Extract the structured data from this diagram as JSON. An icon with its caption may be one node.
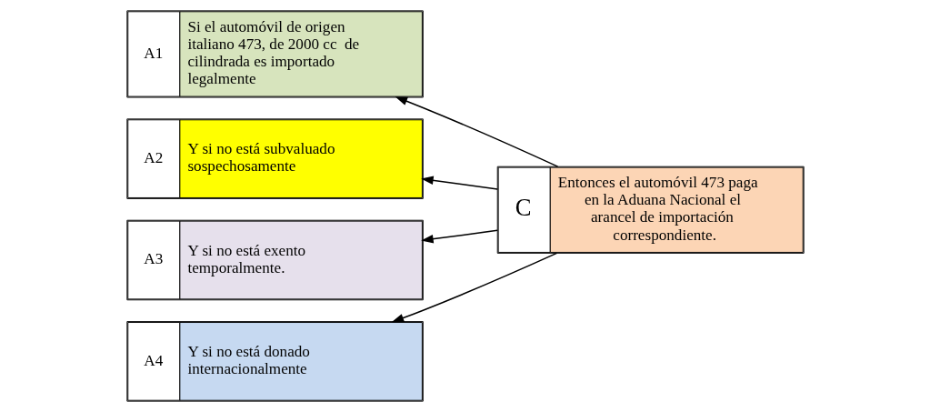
{
  "diagram": {
    "nodes": [
      {
        "text": [
          "A1",
          "Si el automóvil de origen italiano 473, de 2000 cc  de cilindrada es importado legalmente"
        ]
      },
      {
        "text": [
          "A2",
          "Y si no está subvaluado sospechosamente"
        ]
      },
      {
        "text": [
          "A3",
          "Y si no está exento temporalmente."
        ]
      },
      {
        "text": [
          "A4",
          "Y si no está donado internacionalmente"
        ]
      },
      {
        "text": [
          "C",
          "Entonces el automóvil 473 paga en la Aduana Nacional el arancel de importación correspondiente."
        ]
      }
    ],
    "edges": [
      {
        "from": 4,
        "to": 0,
        "arrow": "to"
      },
      {
        "from": 4,
        "to": 1,
        "arrow": "to"
      },
      {
        "from": 4,
        "to": 2,
        "arrow": "to"
      },
      {
        "from": 4,
        "to": 3,
        "arrow": "to"
      }
    ]
  }
}
